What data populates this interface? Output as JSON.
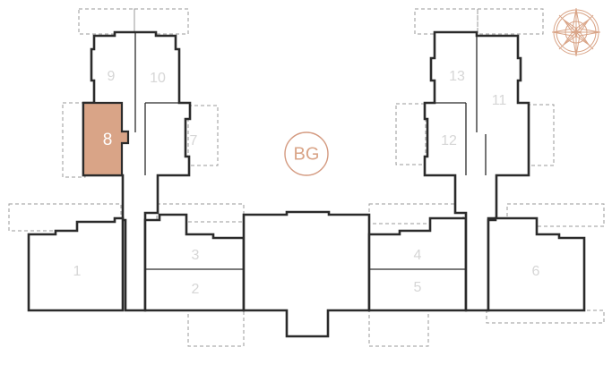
{
  "floor": {
    "code": "BG"
  },
  "colors": {
    "accent": "#d9a487",
    "wall": "#2b2b2b",
    "balcony": "#9a9a9a",
    "label": "#d6d6d6"
  },
  "units": [
    {
      "id": "1",
      "label": "1",
      "highlighted": false
    },
    {
      "id": "2",
      "label": "2",
      "highlighted": false
    },
    {
      "id": "3",
      "label": "3",
      "highlighted": false
    },
    {
      "id": "4",
      "label": "4",
      "highlighted": false
    },
    {
      "id": "5",
      "label": "5",
      "highlighted": false
    },
    {
      "id": "6",
      "label": "6",
      "highlighted": false
    },
    {
      "id": "7",
      "label": "7",
      "highlighted": false
    },
    {
      "id": "8",
      "label": "8",
      "highlighted": true
    },
    {
      "id": "9",
      "label": "9",
      "highlighted": false
    },
    {
      "id": "10",
      "label": "10",
      "highlighted": false
    },
    {
      "id": "11",
      "label": "11",
      "highlighted": false
    },
    {
      "id": "12",
      "label": "12",
      "highlighted": false
    },
    {
      "id": "13",
      "label": "13",
      "highlighted": false
    }
  ],
  "compass": {
    "icon": "compass-rose-icon"
  }
}
